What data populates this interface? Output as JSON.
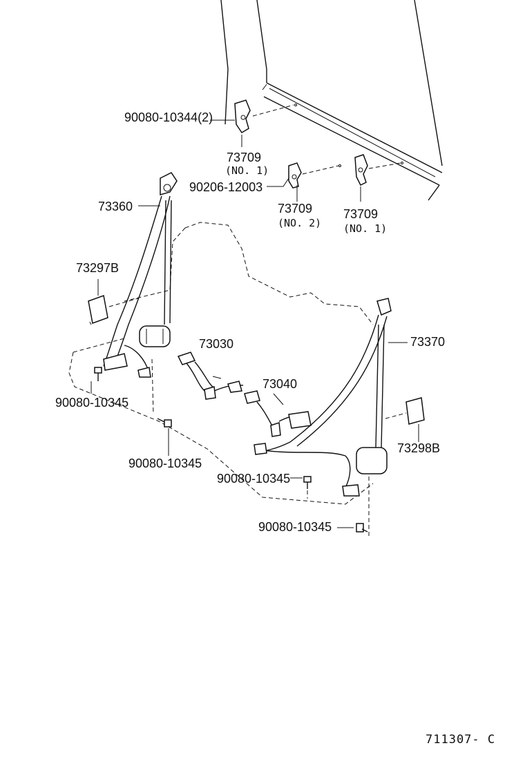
{
  "parts": {
    "p90080_10344": "90080-10344(2)",
    "p73709_top": "73709",
    "p73709_top_sub": "(NO. 1)",
    "p90206_12003": "90206-12003",
    "p73709_mid": "73709",
    "p73709_mid_sub": "(NO. 2)",
    "p73709_right": "73709",
    "p73709_right_sub": "(NO. 1)",
    "p73360": "73360",
    "p73297B": "73297B",
    "p73030": "73030",
    "p73040": "73040",
    "p73370": "73370",
    "p73298B": "73298B",
    "p90080_10345_a": "90080-10345",
    "p90080_10345_b": "90080-10345",
    "p90080_10345_c": "90080-10345",
    "p90080_10345_d": "90080-10345"
  },
  "diagram_code": "711307- C",
  "icons": {
    "seat": "rear-seat-outline",
    "belt_left": "seat-belt-assembly",
    "belt_right": "seat-belt-assembly",
    "bolt": "bolt-icon",
    "anchor": "anchor-plate-icon"
  }
}
